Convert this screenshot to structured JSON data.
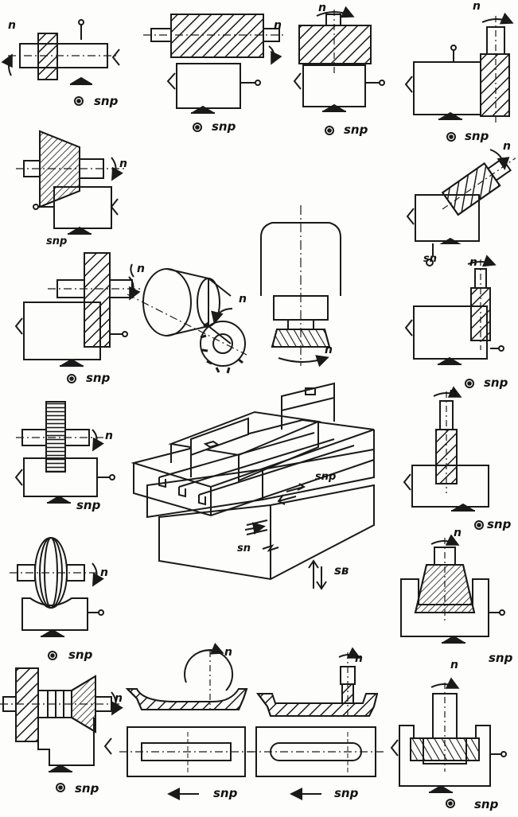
{
  "labels": {
    "n": "n",
    "snp": "snp",
    "sn": "sn",
    "sv": "sв"
  },
  "colors": {
    "ink": "#1a1a1a",
    "hatch": "#1a1a1a",
    "paper": "#fdfdfb",
    "bleed": "#d2d2d2"
  }
}
